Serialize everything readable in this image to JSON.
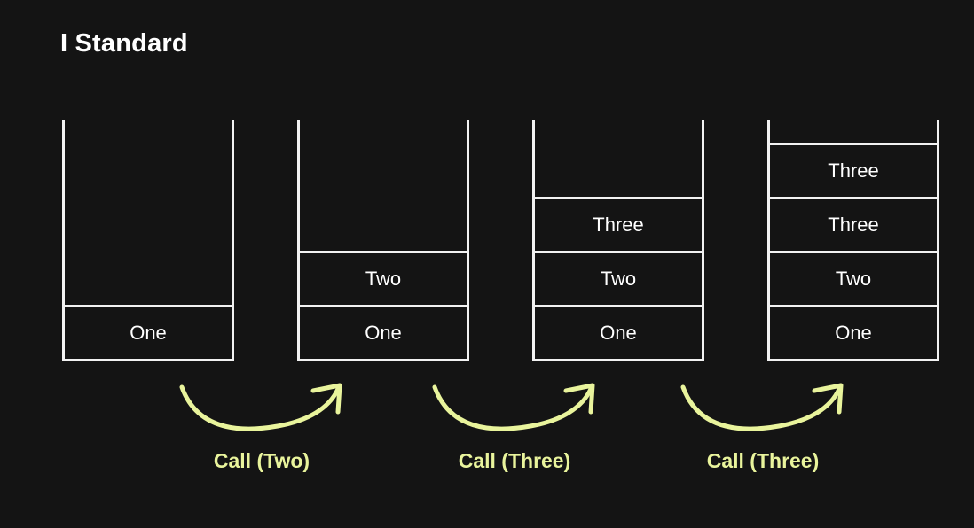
{
  "slide": {
    "title": "I Standard",
    "background_color": "#141414",
    "stroke_color": "#f2f2f2",
    "text_color": "#ffffff",
    "accent_color": "#e9f49c"
  },
  "stacks": [
    {
      "name": "stack-1",
      "frames": [
        "One"
      ]
    },
    {
      "name": "stack-2",
      "frames": [
        "Two",
        "One"
      ]
    },
    {
      "name": "stack-3",
      "frames": [
        "Three",
        "Two",
        "One"
      ]
    },
    {
      "name": "stack-4",
      "frames": [
        "Three",
        "Three",
        "Two",
        "One"
      ]
    }
  ],
  "transitions": [
    {
      "name": "transition-1",
      "label": "Call (Two)",
      "icon": "curved-arrow-right-icon"
    },
    {
      "name": "transition-2",
      "label": "Call (Three)",
      "icon": "curved-arrow-right-icon"
    },
    {
      "name": "transition-3",
      "label": "Call (Three)",
      "icon": "curved-arrow-right-icon"
    }
  ]
}
